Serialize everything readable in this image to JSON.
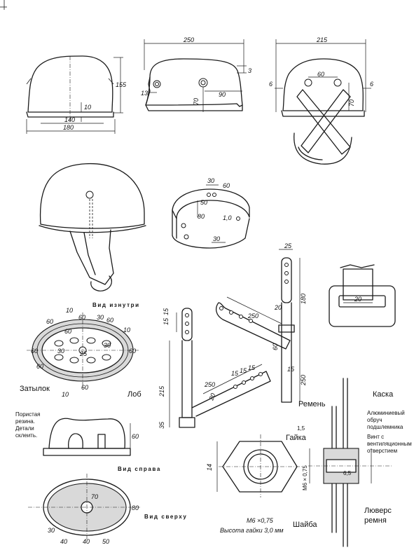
{
  "dimensions": {
    "front_height": "155",
    "front_inner": "140",
    "front_base": "180",
    "front_gap": "10",
    "side_length": "250",
    "side_offset": "3",
    "side_hole_margin": "13",
    "side_hole_height": "70",
    "side_hole_pos": "90",
    "rear_width": "215",
    "rear_hole_spacing": "60",
    "rear_margin_left": "6",
    "rear_margin_right": "6",
    "rear_hole_height": "70",
    "band_30": "30",
    "band_60": "60",
    "band_50": "50",
    "band_80": "80",
    "band_thickness": "1,0",
    "band_30_lower": "30",
    "strap_top_width": "25",
    "strap_180": "180",
    "strap_20": "20",
    "strap_250": "250",
    "strap_60": "60",
    "strap_15": "15",
    "strap_250_lower": "250",
    "buckle_20": "20",
    "ring_10_top": "10",
    "ring_60_a": "60",
    "ring_60_b": "60",
    "ring_60_c": "60",
    "ring_30_a": "30",
    "ring_30_b": "30",
    "ring_25": "25",
    "ring_60_left": "60",
    "ring_60_right": "60",
    "ring_10_left": "10",
    "ring_10_right": "10",
    "ring_60_bottom": "60",
    "ring_30_bottom": "30",
    "ring_60_d": "60",
    "ring_60_e": "60",
    "left_215": "215",
    "left_35": "35",
    "left_15_a": "15",
    "left_15_b": "15",
    "left_250": "250",
    "left_15_c": "15",
    "left_15_d": "15",
    "left_15_e": "15",
    "left_20": "20",
    "pad_60": "60",
    "top_70": "70",
    "top_80": "80",
    "top_30": "30",
    "top_40_a": "40",
    "top_40_b": "40",
    "top_50": "50",
    "nut_14": "14",
    "detail_1_5": "1,5",
    "detail_thread": "M6 × 0,75",
    "detail_6_5": "6,5"
  },
  "labels": {
    "inside_view": "Вид изнутри",
    "nape": "Затылок",
    "forehead": "Лоб",
    "porous_rubber_1": "Пористая",
    "porous_rubber_2": "резина.",
    "porous_rubber_3": "Детали",
    "porous_rubber_4": "склеить.",
    "right_view": "Вид справа",
    "top_view": "Вид сверху",
    "nut": "Гайка",
    "nut_thread": "M6 ×0,75",
    "nut_height": "Высота гайки 3,0 мм",
    "helmet": "Каска",
    "strap": "Ремень",
    "hoop_1": "Алюминиевый",
    "hoop_2": "обруч",
    "hoop_3": "подшлемника",
    "screw_1": "Винт с",
    "screw_2": "вентиляционным",
    "screw_3": "отверстием",
    "washer": "Шайба",
    "grommet_1": "Люверс",
    "grommet_2": "ремня"
  }
}
